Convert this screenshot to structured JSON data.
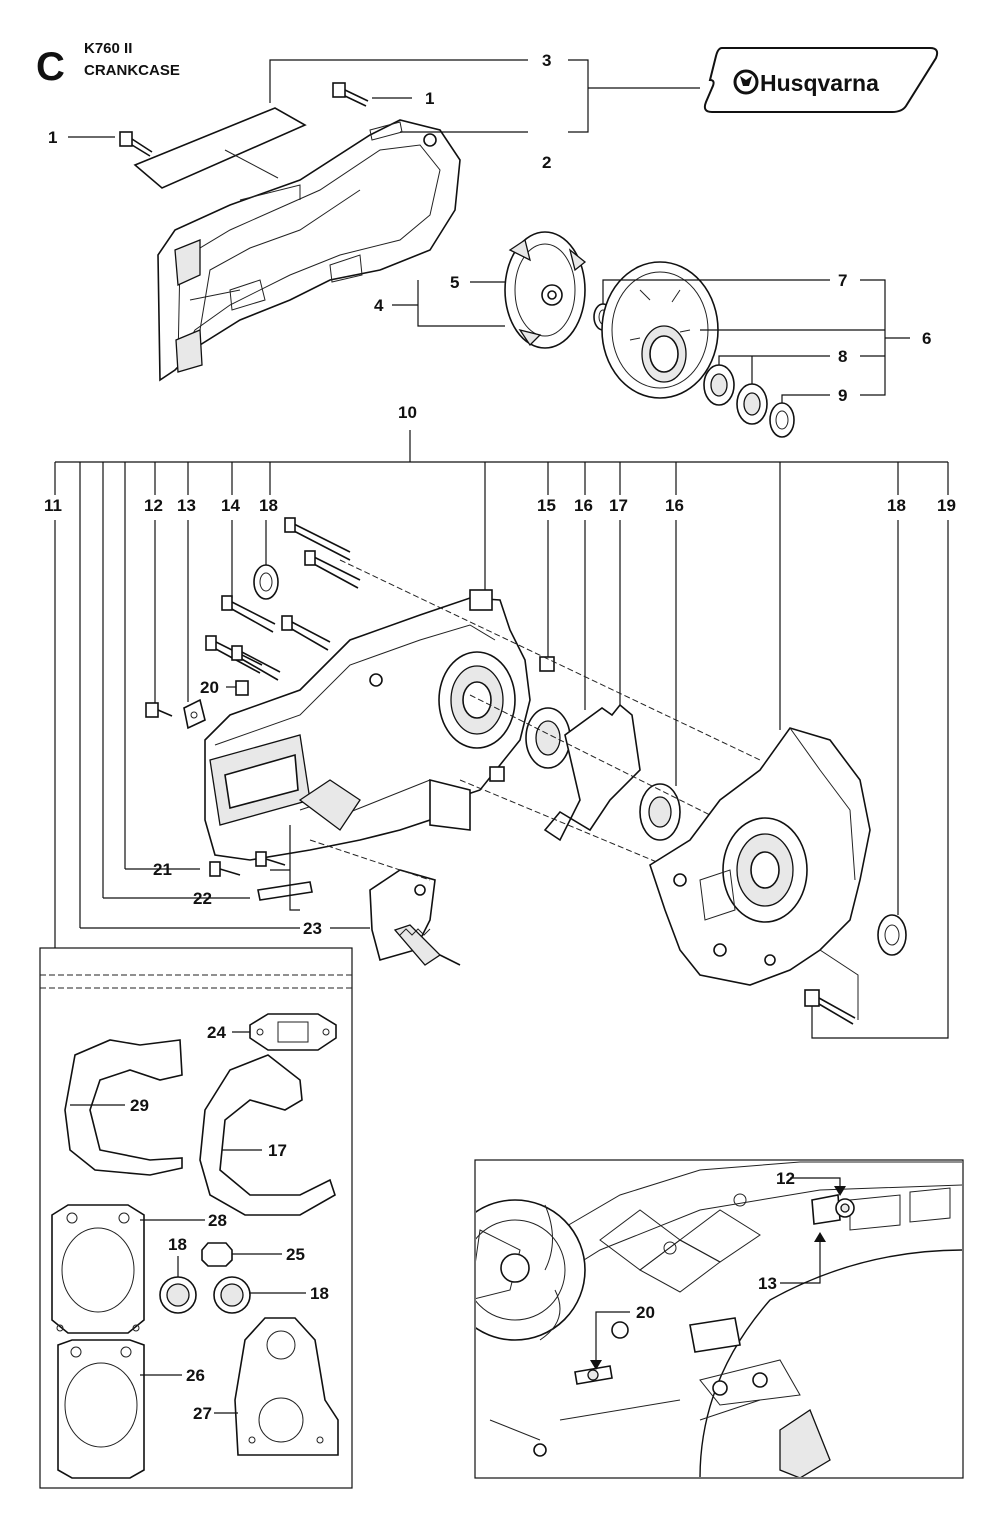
{
  "header": {
    "section_letter": "C",
    "model": "K760 II",
    "title": "CRANKCASE"
  },
  "brand": {
    "logo_text": "Husqvarna",
    "logo_icon": "husqvarna-crown-icon"
  },
  "callouts": {
    "c1a": "1",
    "c1b": "1",
    "c2": "2",
    "c3": "3",
    "c4": "4",
    "c5": "5",
    "c6": "6",
    "c7": "7",
    "c8": "8",
    "c9": "9",
    "c10": "10",
    "c11": "11",
    "c12": "12",
    "c13": "13",
    "c14": "14",
    "c15": "15",
    "c16a": "16",
    "c16b": "16",
    "c17": "17",
    "c18a": "18",
    "c18b": "18",
    "c19": "19",
    "c20": "20",
    "c21": "21",
    "c22": "22",
    "c23": "23"
  },
  "gasket_kit": {
    "c24": "24",
    "c25": "25",
    "c26": "26",
    "c27": "27",
    "c28": "28",
    "c29": "29",
    "c17": "17",
    "c18a": "18",
    "c18b": "18"
  },
  "detail_view": {
    "c12": "12",
    "c13": "13",
    "c20": "20"
  },
  "colors": {
    "line": "#111111",
    "background": "#ffffff",
    "shade": "#e8e8e8"
  }
}
